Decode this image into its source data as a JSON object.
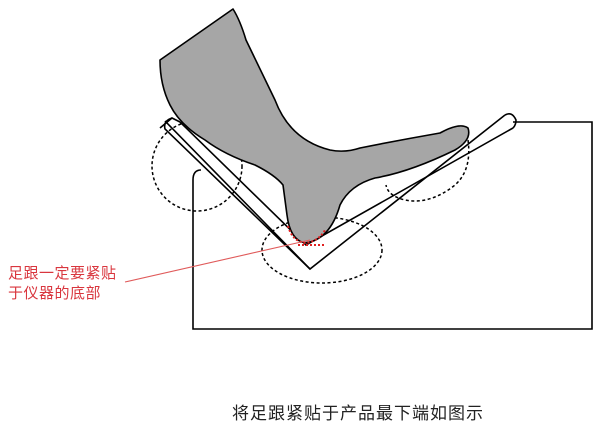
{
  "diagram": {
    "annotation": {
      "line1": "足跟一定要紧贴",
      "line2": "于仪器的底部",
      "color": "#d9363e"
    },
    "caption": "将足跟紧贴于产品最下端如图示",
    "colors": {
      "foot_fill": "#a6a6a6",
      "outline": "#000000",
      "leader_line": "#e05a5a"
    },
    "elements": [
      "foot",
      "V-shaped bracket",
      "instrument box",
      "dashed contact circles",
      "heel contact marker"
    ]
  }
}
